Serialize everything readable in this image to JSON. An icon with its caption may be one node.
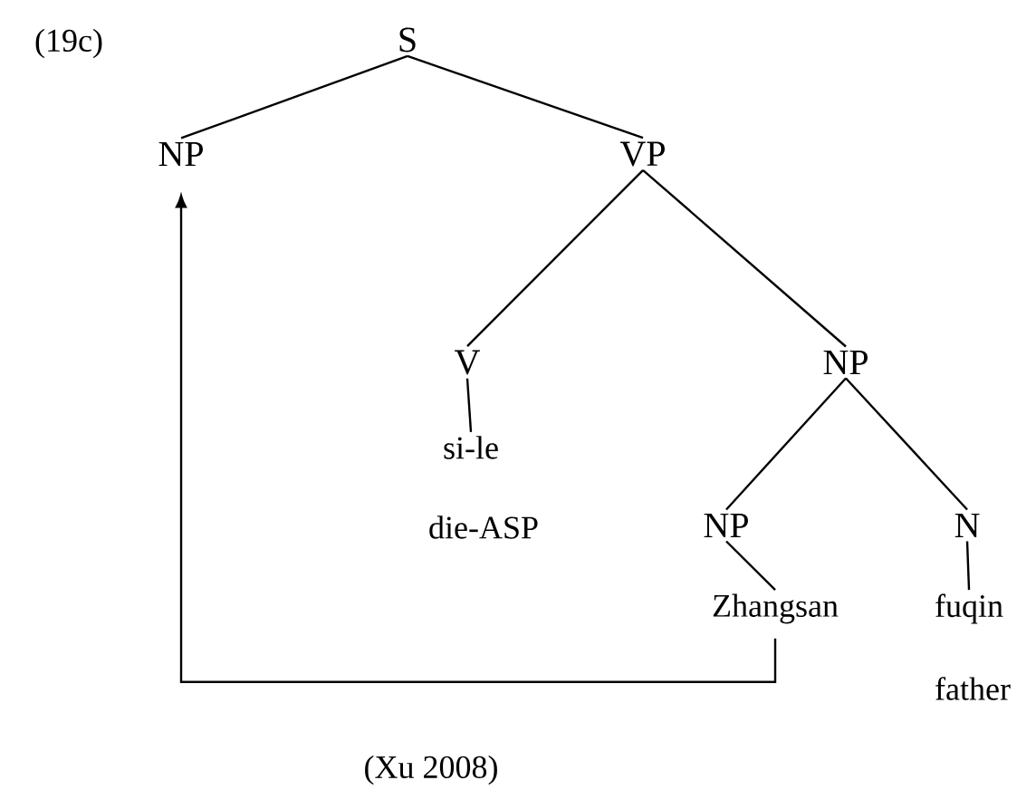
{
  "diagram": {
    "nodes": [
      {
        "text": [
          "S"
        ]
      },
      {
        "text": [
          "NP"
        ]
      },
      {
        "text": [
          "VP"
        ]
      },
      {
        "text": [
          "V"
        ]
      },
      {
        "text": [
          "NP"
        ]
      },
      {
        "text": [
          "si-le"
        ],
        "beside": [
          "die-ASP"
        ]
      },
      {
        "text": [
          "NP"
        ]
      },
      {
        "text": [
          "N"
        ]
      },
      {
        "text": [
          "Zhangsan"
        ]
      },
      {
        "text": [
          "fuqin"
        ],
        "beside": [
          "father"
        ]
      }
    ],
    "edges": [
      {
        "from": 0,
        "to": 1,
        "arrow": "none"
      },
      {
        "from": 0,
        "to": 2,
        "arrow": "none"
      },
      {
        "from": 2,
        "to": 3,
        "arrow": "none"
      },
      {
        "from": 2,
        "to": 4,
        "arrow": "none"
      },
      {
        "from": 3,
        "to": 5,
        "arrow": "none"
      },
      {
        "from": 4,
        "to": 6,
        "arrow": "none"
      },
      {
        "from": 4,
        "to": 7,
        "arrow": "none"
      },
      {
        "from": 6,
        "to": 8,
        "arrow": "none"
      },
      {
        "from": 7,
        "to": 9,
        "arrow": "none"
      },
      {
        "from": 8,
        "to": 1,
        "arrow": "to"
      }
    ],
    "labels": [
      "(19c)",
      "(Xu 2008)"
    ]
  }
}
